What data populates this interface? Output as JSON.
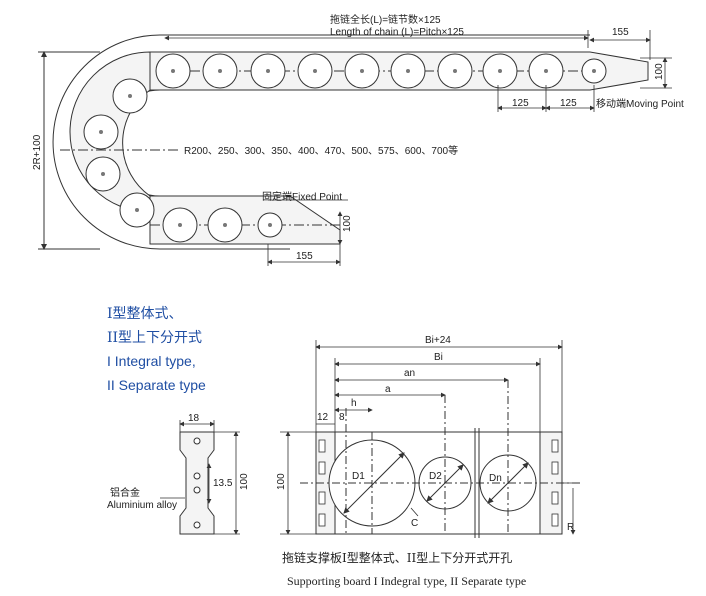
{
  "colors": {
    "accent": "#1f4ea3",
    "line": "#333333",
    "fill": "#f2f2f2"
  },
  "top_diagram": {
    "length_cn": "拖链全长(L)=链节数×125",
    "length_en": "Length of chain (L)=Pitch×125",
    "dim_end": "155",
    "dim_height": "100",
    "dim_pitch_a": "125",
    "dim_pitch_b": "125",
    "moving_point": "移动端Moving Point",
    "radius_label": "2R+100",
    "radius_list": "R200、250、300、350、400、470、500、575、600、700等",
    "fixed_point": "固定端Fixed Point",
    "dim_fixed_height": "100",
    "dim_fixed_end": "155"
  },
  "type_labels": {
    "line1": "I型整体式、",
    "line2": "II型上下分开式",
    "line3": "I Integral type,",
    "line4": "II Separate type"
  },
  "side_board": {
    "dim_width": "18",
    "dim_inner": "13.5",
    "dim_height": "100",
    "material_cn": "铝合金",
    "material_en": "Aluminium alloy"
  },
  "board": {
    "dim_bi24": "Bi+24",
    "dim_bi": "Bi",
    "dim_an": "an",
    "dim_a": "a",
    "dim_h": "h",
    "dim_12": "12",
    "dim_8": "8",
    "dim_height": "100",
    "label_d1": "D1",
    "label_d2": "D2",
    "label_dn": "Dn",
    "label_c": "C",
    "label_r": "R"
  },
  "caption": {
    "cn": "拖链支撑板I型整体式、II型上下分开式开孔",
    "en": "Supporting board I Indegral type, II Separate type"
  }
}
